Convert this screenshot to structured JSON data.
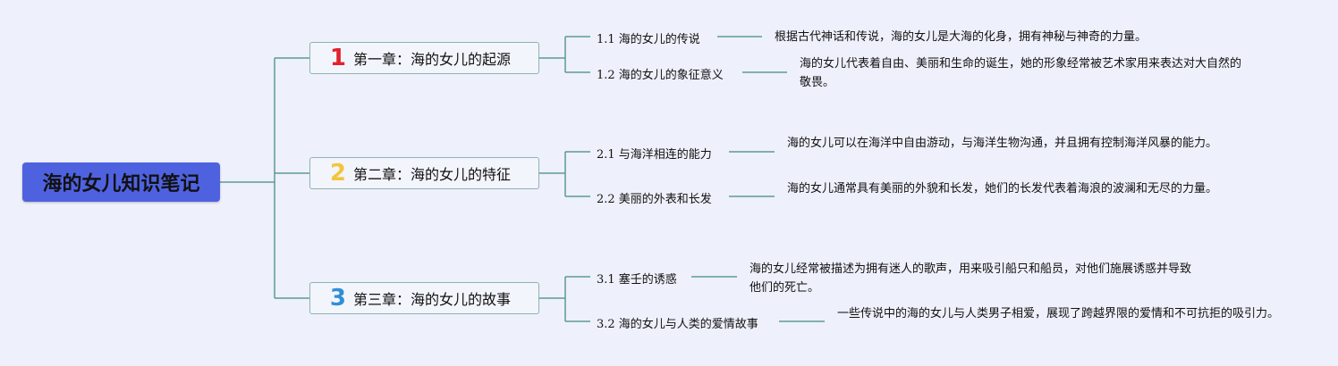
{
  "root": {
    "title": "海的女儿知识笔记"
  },
  "chapters": [
    {
      "number": "1",
      "number_color": "#e0222e",
      "title": "第一章：海的女儿的起源",
      "subtopics": [
        {
          "title": "1.1 海的女儿的传说",
          "description": "根据古代神话和传说，海的女儿是大海的化身，拥有神秘与神奇的力量。"
        },
        {
          "title": "1.2 海的女儿的象征意义",
          "description": "海的女儿代表着自由、美丽和生命的诞生，她的形象经常被艺术家用来表达对大自然的敬畏。"
        }
      ]
    },
    {
      "number": "2",
      "number_color": "#f2c53d",
      "title": "第二章：海的女儿的特征",
      "subtopics": [
        {
          "title": "2.1 与海洋相连的能力",
          "description": "海的女儿可以在海洋中自由游动，与海洋生物沟通，并且拥有控制海洋风暴的能力。"
        },
        {
          "title": "2.2 美丽的外表和长发",
          "description": "海的女儿通常具有美丽的外貌和长发，她们的长发代表着海浪的波澜和无尽的力量。"
        }
      ]
    },
    {
      "number": "3",
      "number_color": "#2f8fd6",
      "title": "第三章：海的女儿的故事",
      "subtopics": [
        {
          "title": "3.1 塞壬的诱惑",
          "description": "海的女儿经常被描述为拥有迷人的歌声，用来吸引船只和船员，对他们施展诱惑并导致他们的死亡。"
        },
        {
          "title": "3.2 海的女儿与人类的爱情故事",
          "description": "一些传说中的海的女儿与人类男子相爱，展现了跨越界限的爱情和不可抗拒的吸引力。"
        }
      ]
    }
  ],
  "colors": {
    "connector": "#5b9a96",
    "root_fill": "#4e62e0",
    "background": "#eef0fb"
  }
}
